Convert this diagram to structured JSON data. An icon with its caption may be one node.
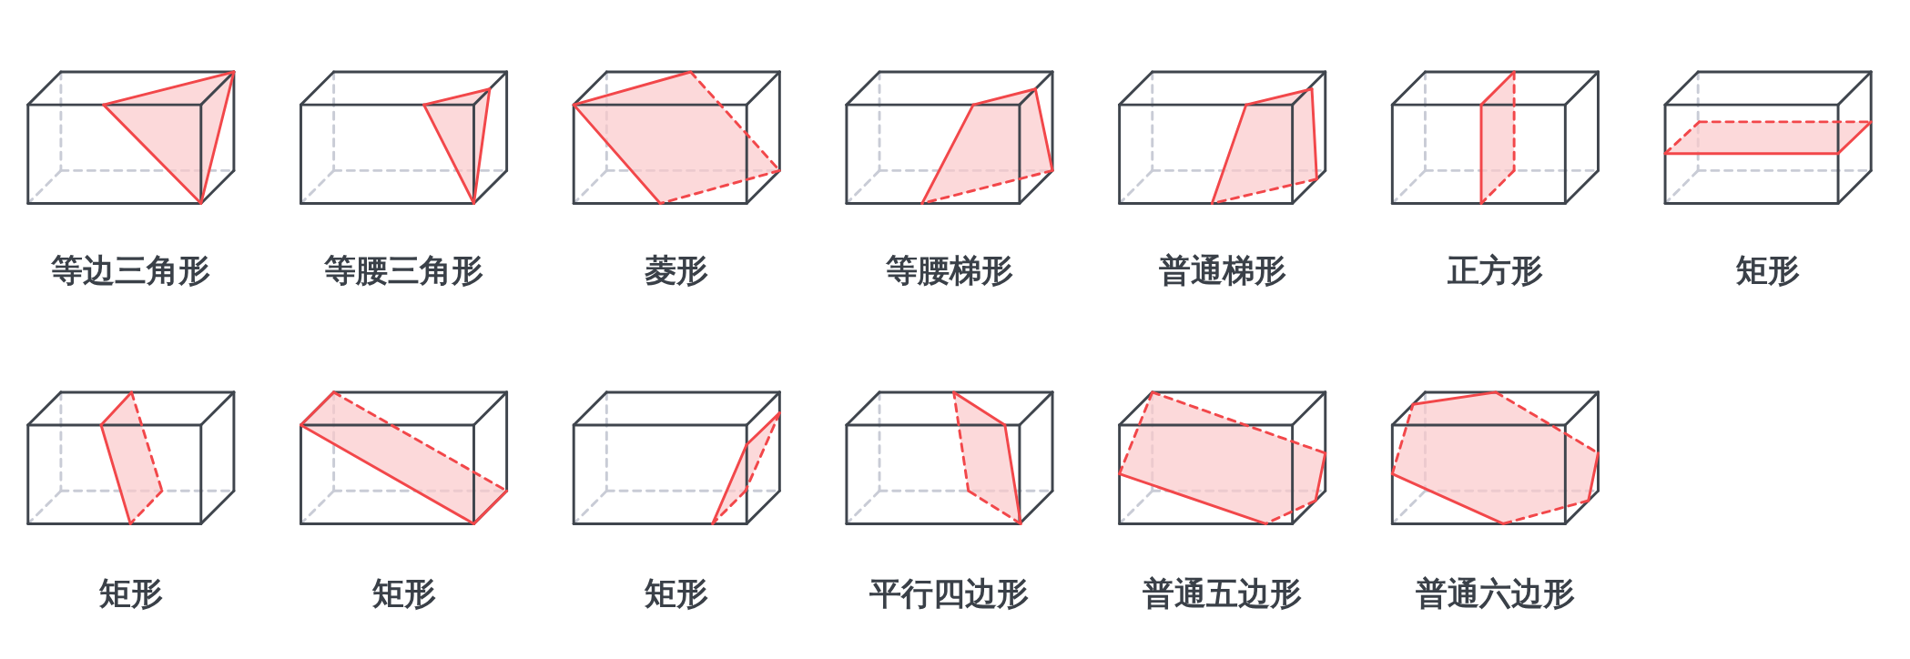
{
  "diagram": {
    "labels": [
      "等边三角形",
      "等腰三角形",
      "菱形",
      "等腰梯形",
      "普通梯形",
      "正方形",
      "矩形",
      "矩形",
      "矩形",
      "矩形",
      "平行四边形",
      "普通五边形",
      "普通六边形"
    ]
  }
}
